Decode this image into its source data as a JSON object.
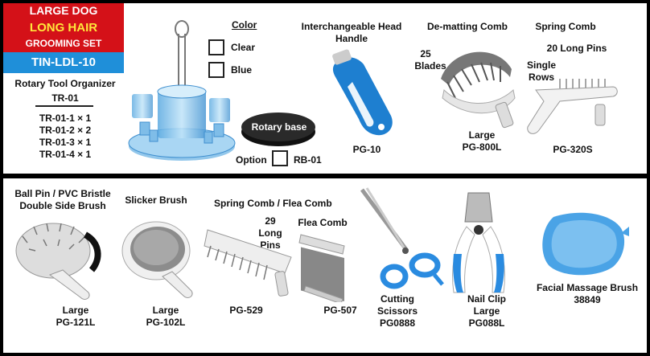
{
  "banner": {
    "line1": "LARGE DOG",
    "line2": "LONG HAIR",
    "line3": "GROOMING SET",
    "code": "TIN-LDL-10",
    "colors": {
      "red": "#d41118",
      "yellow": "#ffe63a",
      "blue": "#1f8fd9"
    }
  },
  "organizer": {
    "title": "Rotary Tool Organizer",
    "model": "TR-01",
    "parts": [
      "TR-01-1 × 1",
      "TR-01-2 × 2",
      "TR-01-3 × 1",
      "TR-01-4 × 1"
    ]
  },
  "color_options": {
    "heading": "Color",
    "options": [
      "Clear",
      "Blue"
    ]
  },
  "rotary_base": {
    "label": "Rotary base",
    "option_label": "Option",
    "code": "RB-01"
  },
  "top_products": [
    {
      "title": "Interchangeable Head Handle",
      "title_line1": "Interchangeable Head",
      "title_line2": "Handle",
      "code": "PG-10"
    },
    {
      "title": "De-matting Comb",
      "note_line1": "25",
      "note_line2": "Blades",
      "size": "Large",
      "code": "PG-800L"
    },
    {
      "title": "Spring Comb",
      "note_pins": "20 Long Pins",
      "note_line1": "Single",
      "note_line2": "Rows",
      "code": "PG-320S"
    }
  ],
  "bottom_products": [
    {
      "title_line1": "Ball Pin / PVC Bristle",
      "title_line2": "Double Side Brush",
      "size": "Large",
      "code": "PG-121L"
    },
    {
      "title": "Slicker Brush",
      "size": "Large",
      "code": "PG-102L"
    },
    {
      "title": "Spring Comb / Flea Comb",
      "note_line1": "29",
      "note_line2": "Long",
      "note_line3": "Pins",
      "code": "PG-529"
    },
    {
      "title": "Flea Comb",
      "code": "PG-507"
    },
    {
      "title_line1": "Cutting",
      "title_line2": "Scissors",
      "code": "PG0888"
    },
    {
      "title_line1": "Nail Clip",
      "size": "Large",
      "code": "PG088L"
    },
    {
      "title": "Facial Massage Brush",
      "code": "38849"
    }
  ]
}
